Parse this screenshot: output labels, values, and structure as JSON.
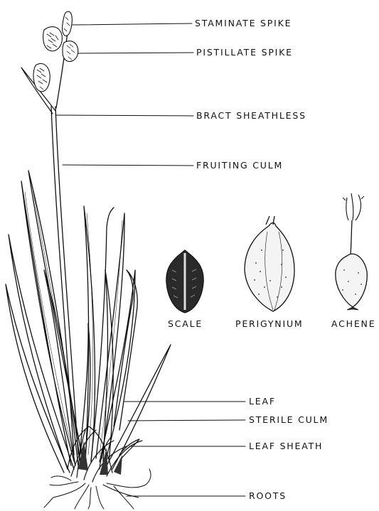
{
  "labels": {
    "staminate_spike": "STAMINATE SPIKE",
    "pistillate_spike": "PISTILLATE SPIKE",
    "bract_sheathless": "BRACT SHEATHLESS",
    "fruiting_culm": "FRUITING CULM",
    "leaf": "LEAF",
    "sterile_culm": "STERILE CULM",
    "leaf_sheath": "LEAF SHEATH",
    "roots": "ROOTS",
    "scale": "SCALE",
    "perigynium": "PERIGYNIUM",
    "achene": "ACHENE"
  },
  "colors": {
    "ink": "#111111",
    "paper": "#ffffff",
    "dark_fill": "#2a2a2a"
  }
}
